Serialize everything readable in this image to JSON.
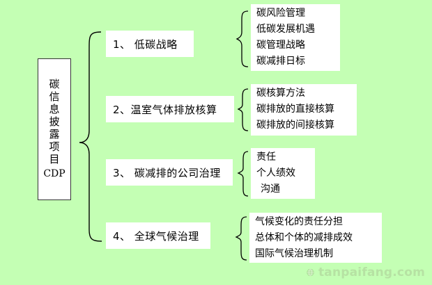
{
  "root": {
    "chars": [
      "碳",
      "信",
      "息",
      "披",
      "露",
      "项",
      "目"
    ],
    "latin": "CDP"
  },
  "categories": [
    {
      "label": "1、 低碳战略",
      "items": [
        "碳风险管理",
        "低碳发展机遇",
        "碳管理战略",
        "碳减排日标"
      ]
    },
    {
      "label": "2、温室气体排放核算",
      "items": [
        "碳核算方法",
        "碳排放的直接核算",
        "碳排放的间接核算"
      ]
    },
    {
      "label": "3、 碳减排的公司治理",
      "items": [
        "责任",
        "个人绩效",
        "沟通"
      ]
    },
    {
      "label": "4、 全球气候治理",
      "items": [
        "气候变化的责任分担",
        "总体和个体的减排成效",
        "国际气候治理机制"
      ]
    }
  ],
  "watermark": {
    "text": "tanpaifang.com",
    "icon": "globe-logo-icon"
  },
  "colors": {
    "background": "#c4ffb4",
    "box": "#ffffff",
    "line": "#000000"
  }
}
